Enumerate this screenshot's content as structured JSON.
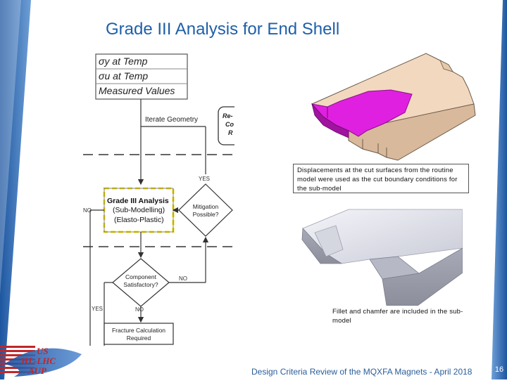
{
  "title": "Grade III Analysis for End Shell",
  "flowchart": {
    "inputs": [
      "σy at Temp",
      "σu at Temp",
      "Measured Values"
    ],
    "iterate_label": "Iterate Geometry",
    "side_box_lines": [
      "Re-",
      "Co",
      "R"
    ],
    "yes_label_top": "YES",
    "no_label_left": "NO",
    "grade_box_lines": [
      "Grade III Analysis",
      "(Sub-Modelling)",
      "(Elasto-Plastic)"
    ],
    "mitigation_lines": [
      "Mitigation",
      "Possible?"
    ],
    "component_lines": [
      "Component",
      "Satisfactory?"
    ],
    "no_label_right": "NO",
    "yes_label_bottom": "YES",
    "no_label_bottom": "NO",
    "fracture_lines": [
      "Fracture Calculation",
      "Required"
    ]
  },
  "notes": {
    "displacement": "Displacements at the cut surfaces from the routine model were used as the cut boundary conditions for the sub-model",
    "fillet": "Fillet and chamfer are included in the sub-model"
  },
  "logo": {
    "lines": [
      "US",
      "HL-LHC",
      "AUP"
    ]
  },
  "footer": "Design Criteria Review of the MQXFA Magnets - April 2018",
  "page_number": "16",
  "colors": {
    "title": "#1f5fa8",
    "highlight": "#f5e11a",
    "magenta": "#e020e0",
    "band": "#1f5fa8"
  }
}
